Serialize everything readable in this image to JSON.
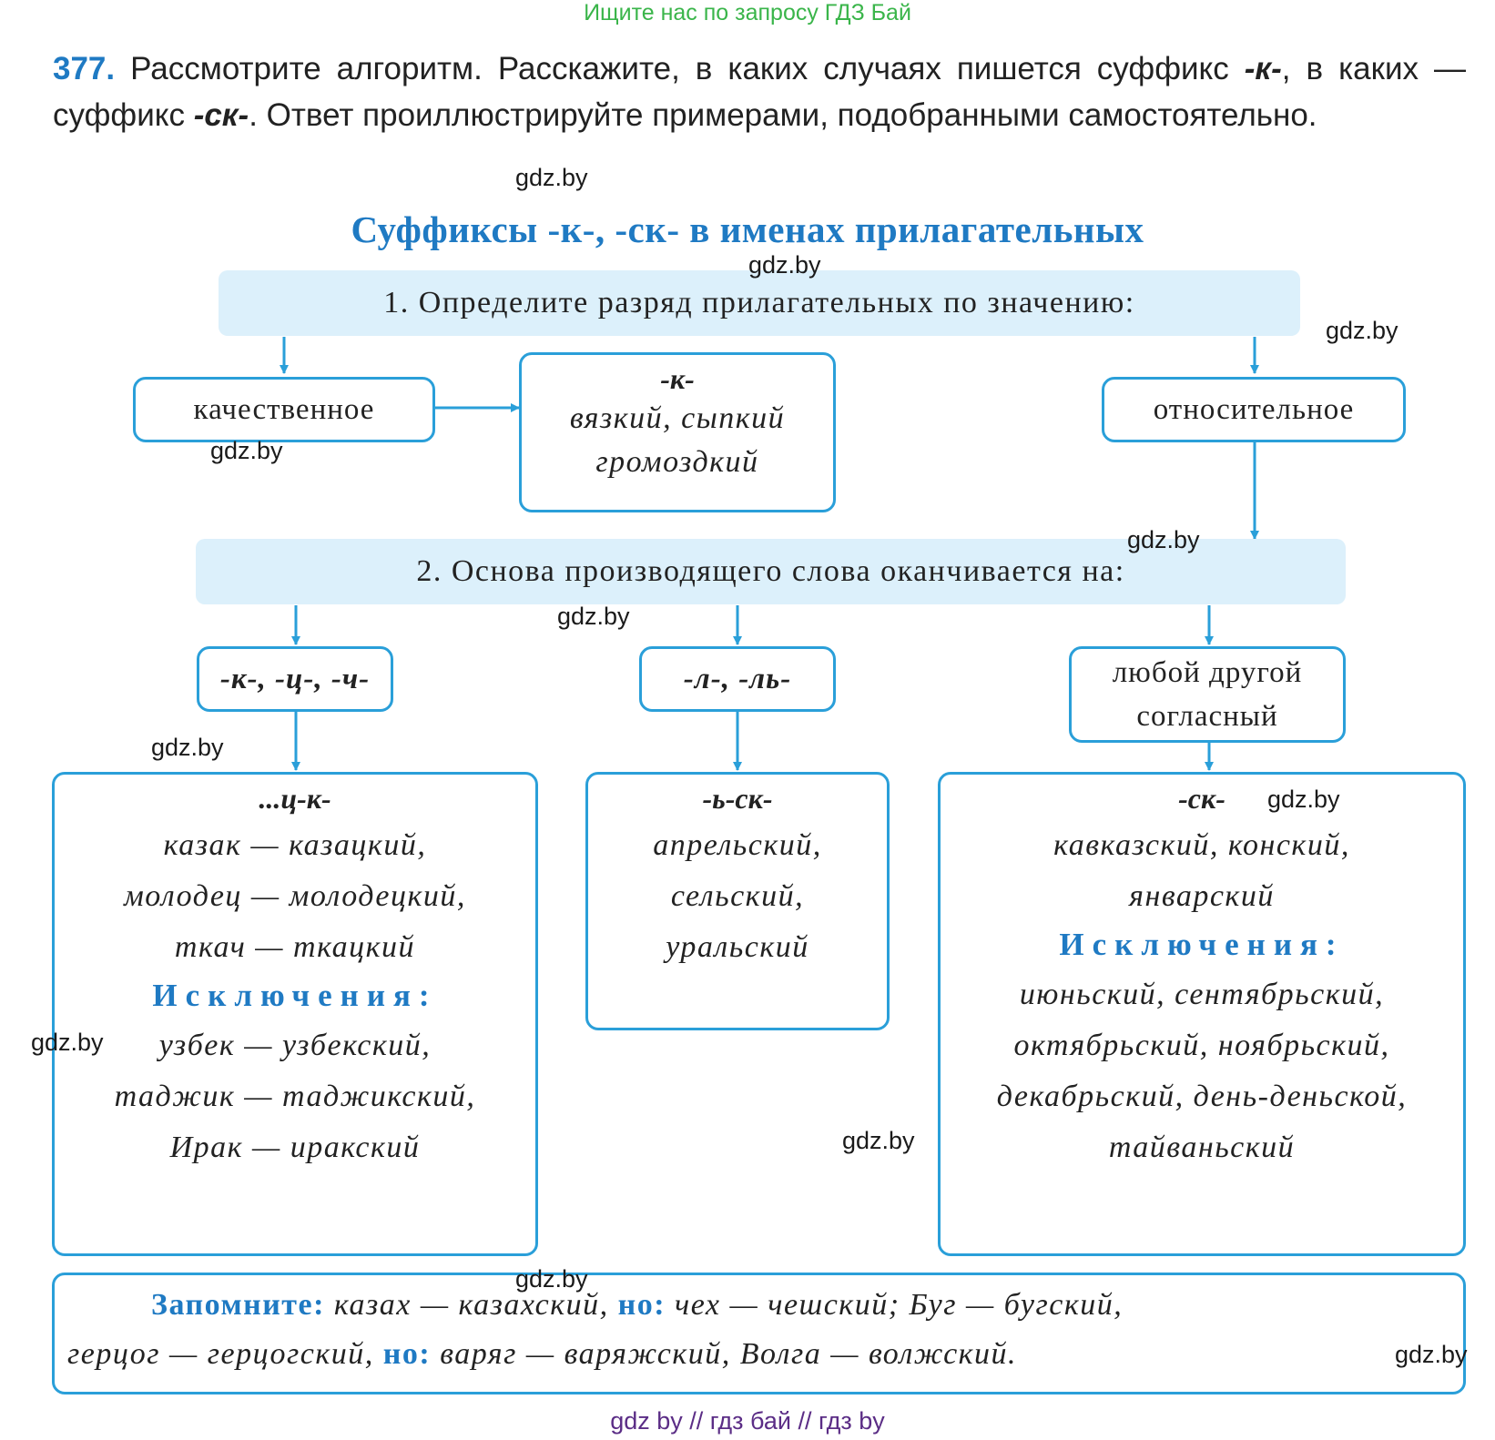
{
  "top_promo": "Ищите нас по запросу ГДЗ Бай",
  "watermark": "gdz.by",
  "exercise": {
    "number": "377.",
    "text_1": " Рассмотрите алгоритм. Расскажите, в каких случаях пишется суффикс ",
    "suffix_k": "-к-",
    "text_2": ", в каких — суффикс ",
    "suffix_sk": "-ск-",
    "text_3": ". Ответ проиллюстрируйте примерами, подобранными самостоятельно."
  },
  "title": "Суффиксы -к-, -ск- в именах прилагательных",
  "step1": "1. Определите разряд прилагательных по значению:",
  "qualitative": "качественное",
  "relative": "относительное",
  "k_box": {
    "head": "-к-",
    "line1": "вязкий, сыпкий",
    "line2": "громоздкий"
  },
  "step2": "2. Основа производящего слова оканчивается на:",
  "branch_kcch": "-к-, -ц-, -ч-",
  "branch_l": "-л-, -ль-",
  "branch_other": "любой другой согласный",
  "box_ck": {
    "head": "...ц-к-",
    "examples": [
      "казак — казацкий,",
      "молодец — молодецкий,",
      "ткач — ткацкий"
    ],
    "exceptions_label": "Исключения:",
    "exceptions": [
      "узбек — узбекский,",
      "таджик — таджикский,",
      "Ирак — иракский"
    ]
  },
  "box_sk_soft": {
    "head": "-ь-ск-",
    "examples": [
      "апрельский,",
      "сельский,",
      "уральский"
    ]
  },
  "box_sk": {
    "head": "-ск-",
    "examples": [
      "кавказский, конский,",
      "январский"
    ],
    "exceptions_label": "Исключения:",
    "exceptions": [
      "июньский, сентябрьский,",
      "октябрьский, ноябрьский,",
      "декабрьский, день-деньской,",
      "тайваньский"
    ]
  },
  "remember": {
    "label": "Запомните:",
    "t1": " казах — казахский, ",
    "but1": "но:",
    "t2": " чех — чешский; Буг — бугский,",
    "t3": "герцог — герцогский, ",
    "but2": "но:",
    "t4": " варяг — варяжский, Волга — волжский."
  },
  "bottom_promo": "gdz by  //  гдз бай  //  гдз by",
  "colors": {
    "accent": "#1f7ac3",
    "arrow": "#2a9fd9",
    "band": "#dcf0fb",
    "promo_green": "#3ab54a",
    "promo_purple": "#5b2d86"
  }
}
